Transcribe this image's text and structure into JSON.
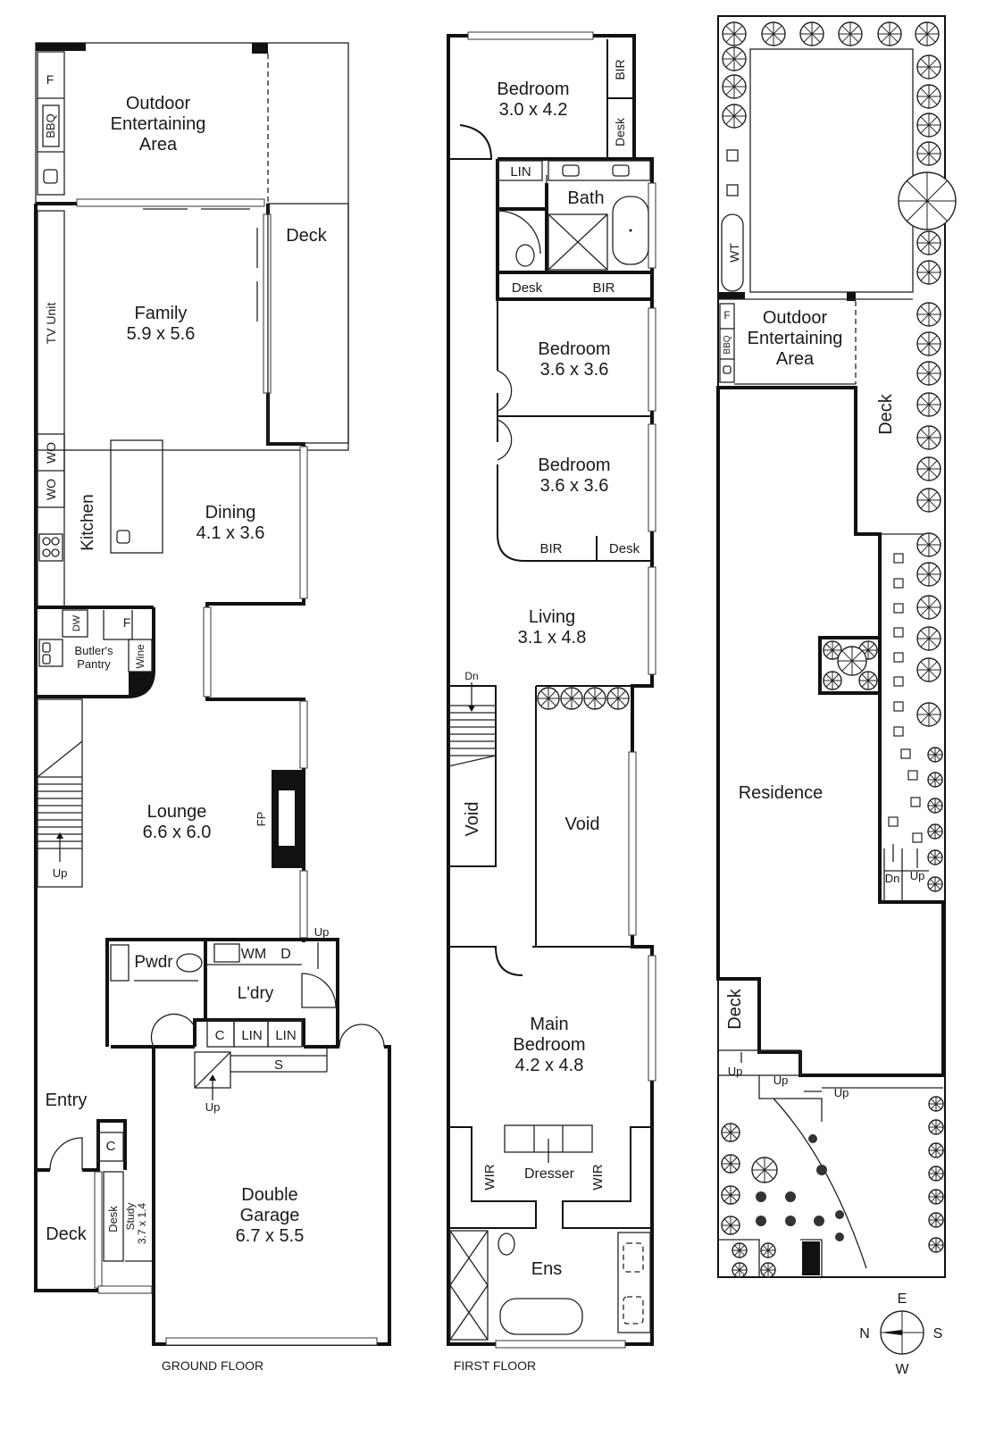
{
  "floors": {
    "ground": {
      "label": "GROUND FLOOR",
      "rooms": {
        "outdoor_entertaining": [
          "Outdoor",
          "Entertaining",
          "Area"
        ],
        "deck_rear": "Deck",
        "family": [
          "Family",
          "5.9 x 5.6"
        ],
        "dining": [
          "Dining",
          "4.1 x 3.6"
        ],
        "kitchen": "Kitchen",
        "butlers_pantry": [
          "Butler's",
          "Pantry"
        ],
        "lounge": [
          "Lounge",
          "6.6 x 6.0"
        ],
        "powder": "Pwdr",
        "laundry": "L'dry",
        "entry": "Entry",
        "deck_front": "Deck",
        "study": [
          "Study",
          "3.7 x 1.4"
        ],
        "garage": [
          "Double",
          "Garage",
          "6.7 x 5.5"
        ]
      },
      "fixtures": {
        "fridge_outdoor": "F",
        "bbq": "BBQ",
        "tv_unit": "TV Unit",
        "wall_oven_1": "WO",
        "wall_oven_2": "WO",
        "dishwasher": "DW",
        "fridge": "F",
        "wine": "Wine",
        "fireplace": "FP",
        "washing_machine": "WM",
        "dryer": "D",
        "cupboard_laundry": "C",
        "linen_1": "LIN",
        "linen_2": "LIN",
        "storage": "S",
        "cupboard_entry": "C",
        "desk": "Desk",
        "up_stairs": "Up",
        "up_laundry": "Up",
        "up_garage": "Up"
      }
    },
    "first": {
      "label": "FIRST FLOOR",
      "rooms": {
        "bedroom_1": [
          "Bedroom",
          "3.0 x 4.2"
        ],
        "bath": "Bath",
        "bedroom_2": [
          "Bedroom",
          "3.6 x 3.6"
        ],
        "bedroom_3": [
          "Bedroom",
          "3.6 x 3.6"
        ],
        "living": [
          "Living",
          "3.1 x 4.8"
        ],
        "void_stair": "Void",
        "void_main": "Void",
        "main_bedroom": [
          "Main",
          "Bedroom",
          "4.2 x 4.8"
        ],
        "ensuite": "Ens"
      },
      "fixtures": {
        "bir_1": "BIR",
        "desk_1": "Desk",
        "linen": "LIN",
        "desk_2": "Desk",
        "bir_2": "BIR",
        "bir_3": "BIR",
        "desk_3": "Desk",
        "down_stairs": "Dn",
        "wir_left": "WIR",
        "dresser": "Dresser",
        "wir_right": "WIR"
      }
    },
    "site": {
      "rooms": {
        "outdoor_entertaining": [
          "Outdoor",
          "Entertaining",
          "Area"
        ],
        "deck_side": "Deck",
        "residence": "Residence",
        "deck_front": "Deck"
      },
      "fixtures": {
        "water_tank": "WT",
        "fridge": "F",
        "bbq": "BBQ",
        "dn": "Dn",
        "up_side": "Up",
        "up_1": "Up",
        "up_2": "Up",
        "up_3": "Up"
      }
    }
  },
  "compass": {
    "north": "N",
    "south": "S",
    "east": "E",
    "west": "W"
  }
}
